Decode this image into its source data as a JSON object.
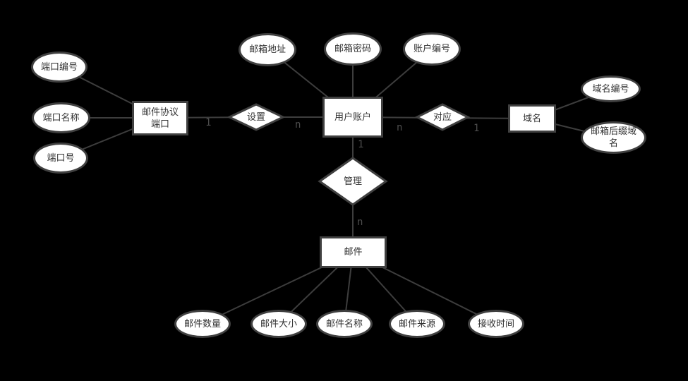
{
  "diagram": {
    "type": "entity-relationship"
  },
  "colors": {
    "background": "#000000",
    "shape_fill": "#ffffff",
    "shape_border": "#404040",
    "connector_line": "#3d3d3d",
    "node_text": "#333333",
    "cardinality_text": "#4d4d4d"
  },
  "entities": [
    {
      "id": "mail-protocol-port",
      "label": "邮件协议\n端口"
    },
    {
      "id": "user-account",
      "label": "用户账户"
    },
    {
      "id": "domain-name",
      "label": "域名"
    },
    {
      "id": "mail",
      "label": "邮件"
    }
  ],
  "relationships": [
    {
      "id": "set",
      "label": "设置"
    },
    {
      "id": "correspond",
      "label": "对应"
    },
    {
      "id": "manage",
      "label": "管理"
    }
  ],
  "attributes": [
    {
      "id": "port-id",
      "label": "端口编号"
    },
    {
      "id": "port-name",
      "label": "端口名称"
    },
    {
      "id": "port-number",
      "label": "端口号"
    },
    {
      "id": "mailbox-address",
      "label": "邮箱地址"
    },
    {
      "id": "mailbox-password",
      "label": "邮箱密码"
    },
    {
      "id": "account-id",
      "label": "账户编号"
    },
    {
      "id": "domain-id",
      "label": "域名编号"
    },
    {
      "id": "mailbox-suffix-domain",
      "label": "邮箱后缀域\n名"
    },
    {
      "id": "mail-count",
      "label": "邮件数量"
    },
    {
      "id": "mail-size",
      "label": "邮件大小"
    },
    {
      "id": "mail-name",
      "label": "邮件名称"
    },
    {
      "id": "mail-source",
      "label": "邮件来源"
    },
    {
      "id": "receive-time",
      "label": "接收时间"
    }
  ],
  "cardinalities": [
    {
      "value": "1",
      "edge": "邮件协议端口-设置"
    },
    {
      "value": "n",
      "edge": "设置-用户账户"
    },
    {
      "value": "n",
      "edge": "用户账户-对应"
    },
    {
      "value": "1",
      "edge": "对应-域名"
    },
    {
      "value": "1",
      "edge": "用户账户-管理"
    },
    {
      "value": "n",
      "edge": "管理-邮件"
    }
  ]
}
